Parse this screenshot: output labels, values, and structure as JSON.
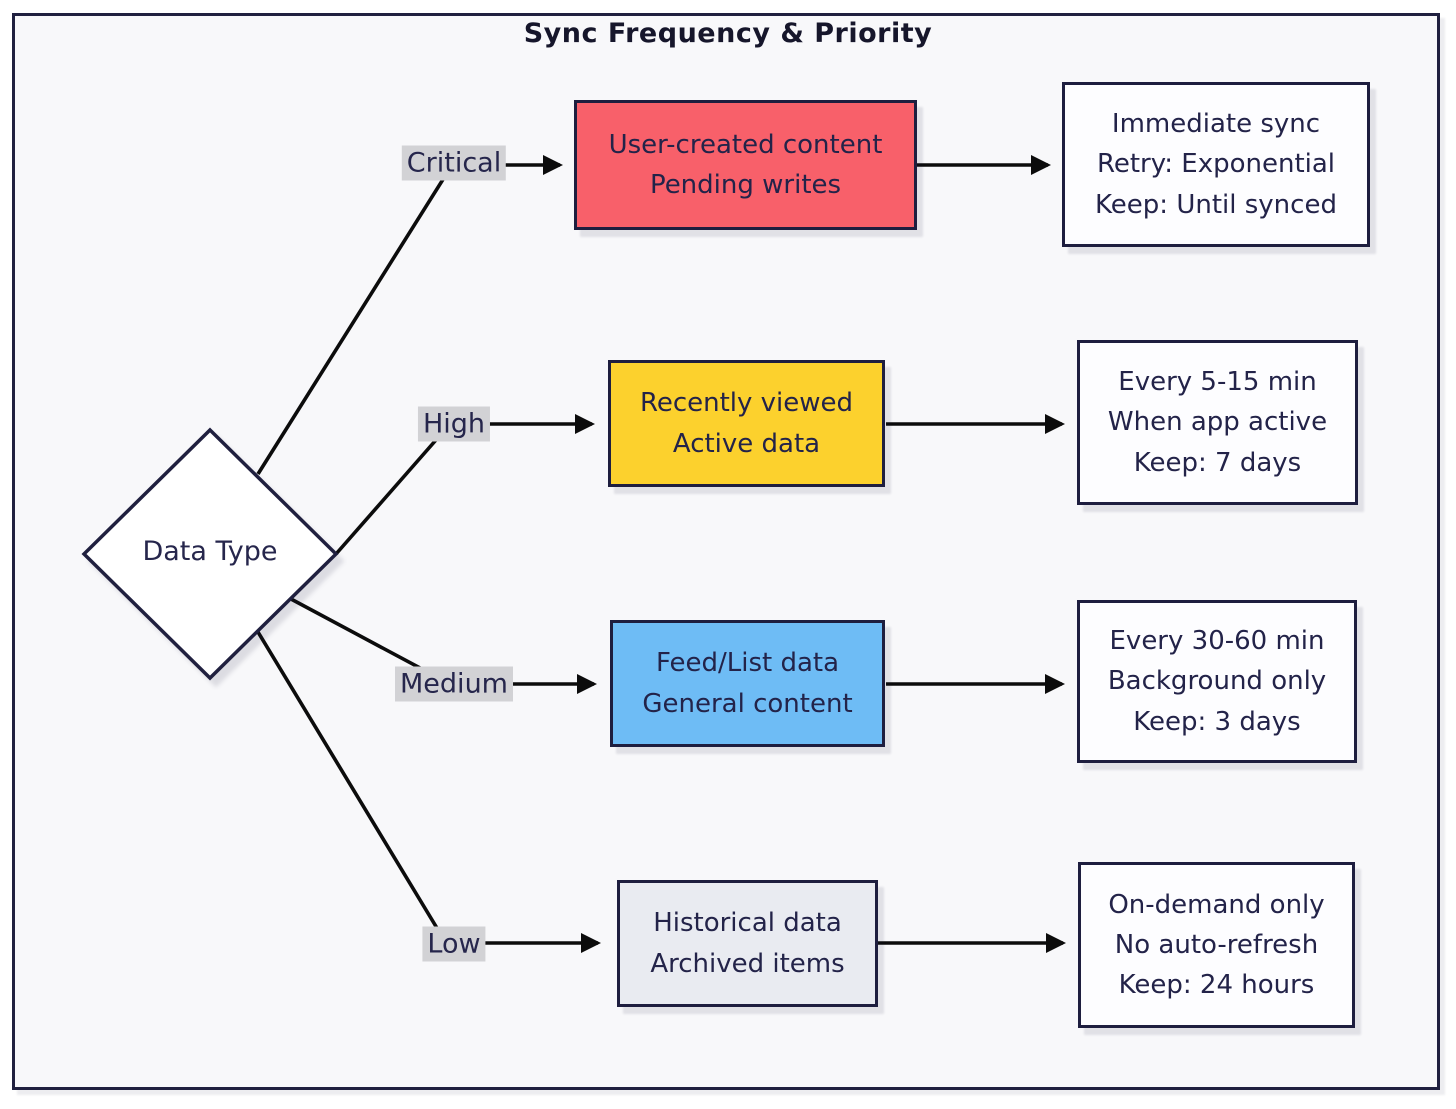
{
  "title": "Sync Frequency & Priority",
  "decision": {
    "label": "Data Type"
  },
  "colors": {
    "background": "#f8f8fa",
    "frame_border": "#20203f",
    "text": "#232349",
    "edge": "#0c0c0c",
    "edge_label_bg": "#d2d2d5",
    "critical_fill": "#f8606a",
    "high_fill": "#fcd12d",
    "medium_fill": "#6ebcf5",
    "low_fill": "#e9ebf1",
    "outcome_fill": "#fdfdff"
  },
  "branches": [
    {
      "condition": "Critical",
      "node": {
        "fill": "#f8606a",
        "lines": [
          "User-created content",
          "Pending writes"
        ]
      },
      "outcome": {
        "lines": [
          "Immediate sync",
          "Retry: Exponential",
          "Keep: Until synced"
        ]
      }
    },
    {
      "condition": "High",
      "node": {
        "fill": "#fcd12d",
        "lines": [
          "Recently viewed",
          "Active data"
        ]
      },
      "outcome": {
        "lines": [
          "Every 5-15 min",
          "When app active",
          "Keep: 7 days"
        ]
      }
    },
    {
      "condition": "Medium",
      "node": {
        "fill": "#6ebcf5",
        "lines": [
          "Feed/List data",
          "General content"
        ]
      },
      "outcome": {
        "lines": [
          "Every 30-60 min",
          "Background only",
          "Keep: 3 days"
        ]
      }
    },
    {
      "condition": "Low",
      "node": {
        "fill": "#e9ebf1",
        "lines": [
          "Historical data",
          "Archived items"
        ]
      },
      "outcome": {
        "lines": [
          "On-demand only",
          "No auto-refresh",
          "Keep: 24 hours"
        ]
      }
    }
  ]
}
